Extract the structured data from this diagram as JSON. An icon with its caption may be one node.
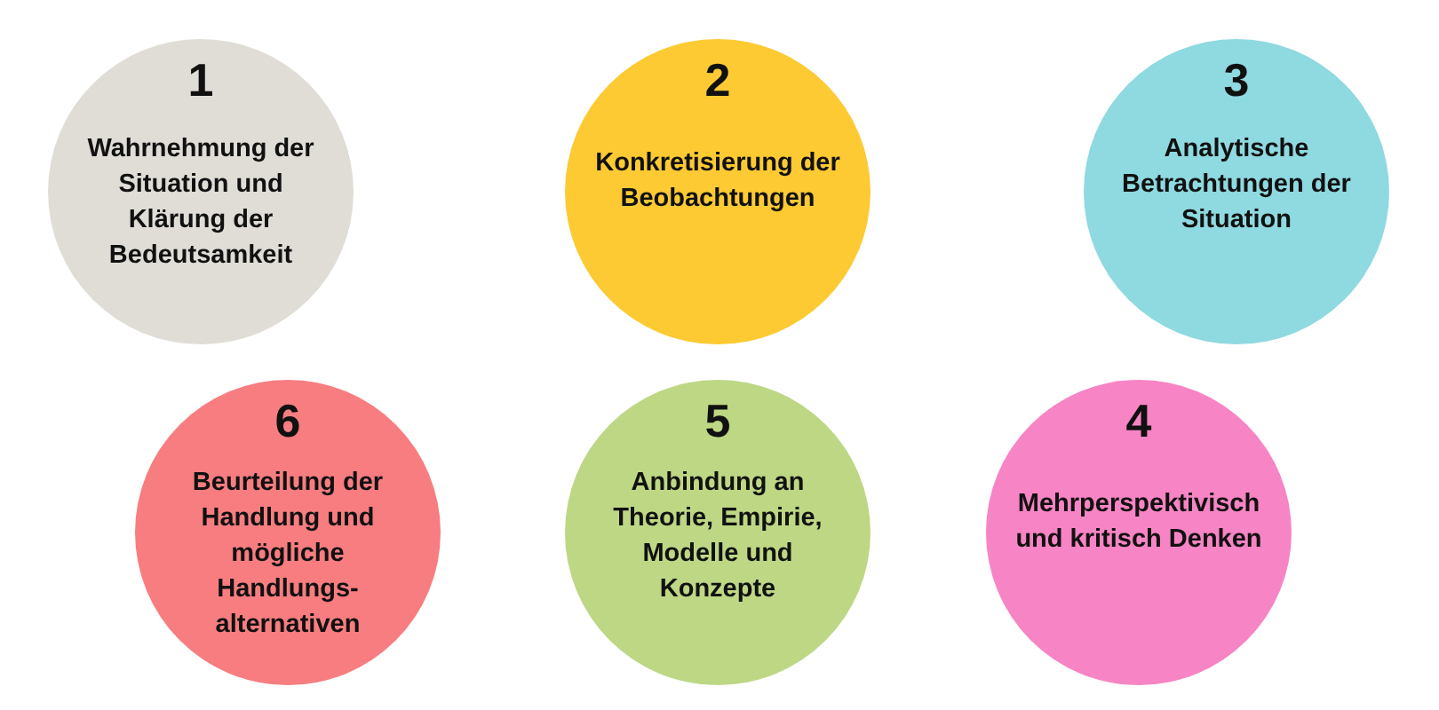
{
  "diagram": {
    "nodes": [
      {
        "text": [
          "1",
          "Wahrnehmung der Situation und Klärung der Bedeutsamkeit"
        ]
      },
      {
        "text": [
          "2",
          "Konkretisierung der Beobachtungen"
        ]
      },
      {
        "text": [
          "3",
          "Analytische Betrachtungen der Situation"
        ]
      },
      {
        "text": [
          "6",
          "Beurteilung der Handlung und mögliche Handlungs- alternativen"
        ]
      },
      {
        "text": [
          "5",
          "Anbindung an Theorie, Empirie, Modelle und Konzepte"
        ]
      },
      {
        "text": [
          "4",
          "Mehrperspektivisch und kritisch Denken"
        ]
      }
    ]
  }
}
